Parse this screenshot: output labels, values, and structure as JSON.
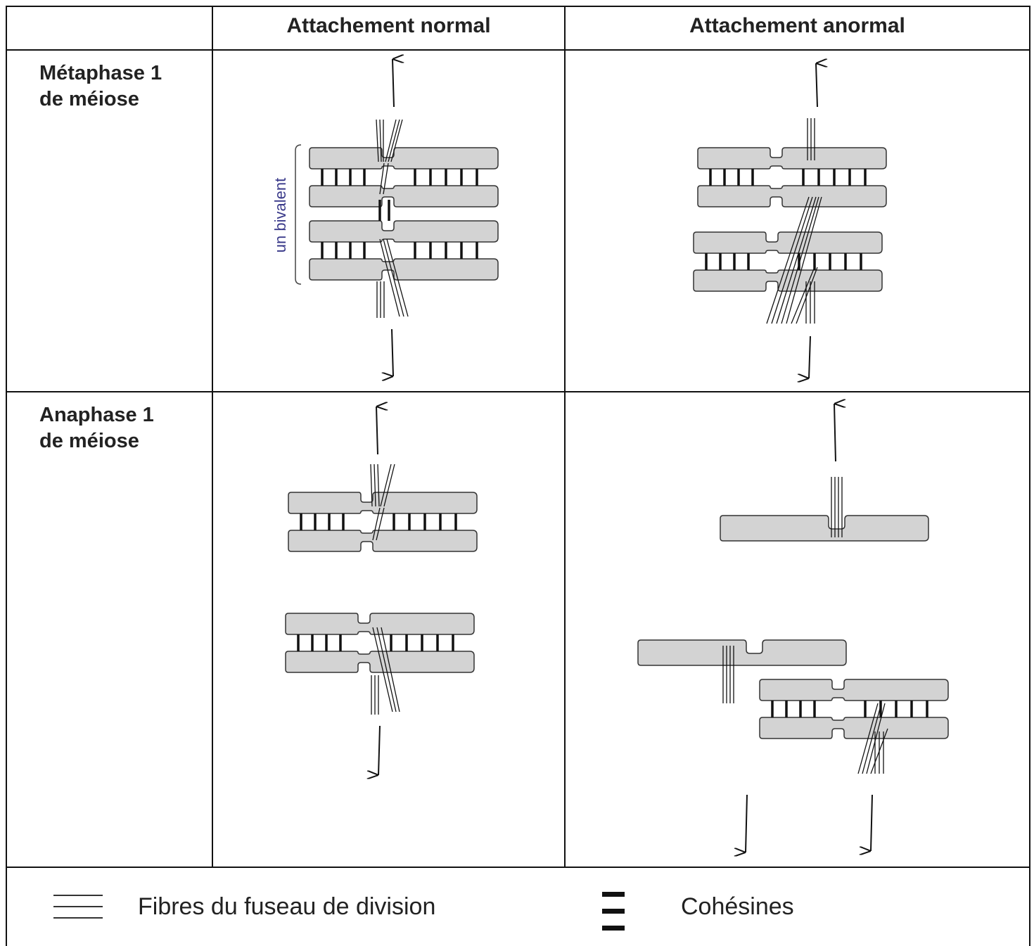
{
  "table": {
    "headers": {
      "col1": "Attachement normal",
      "col2": "Attachement anormal"
    },
    "rows": [
      {
        "label_line1": "Métaphase 1",
        "label_line2": "de méiose"
      },
      {
        "label_line1": "Anaphase 1",
        "label_line2": "de méiose"
      }
    ]
  },
  "diagram": {
    "bivalent_label": "un bivalent",
    "chromosome_fill": "#d3d3d3",
    "bivalent_label_color": "#3a3a8a"
  },
  "legend": {
    "fibres_label": "Fibres du fuseau de division",
    "cohesines_label": "Cohésines",
    "fibres_icon": "triple-line-icon",
    "cohesines_icon": "cohesin-bars-icon"
  }
}
